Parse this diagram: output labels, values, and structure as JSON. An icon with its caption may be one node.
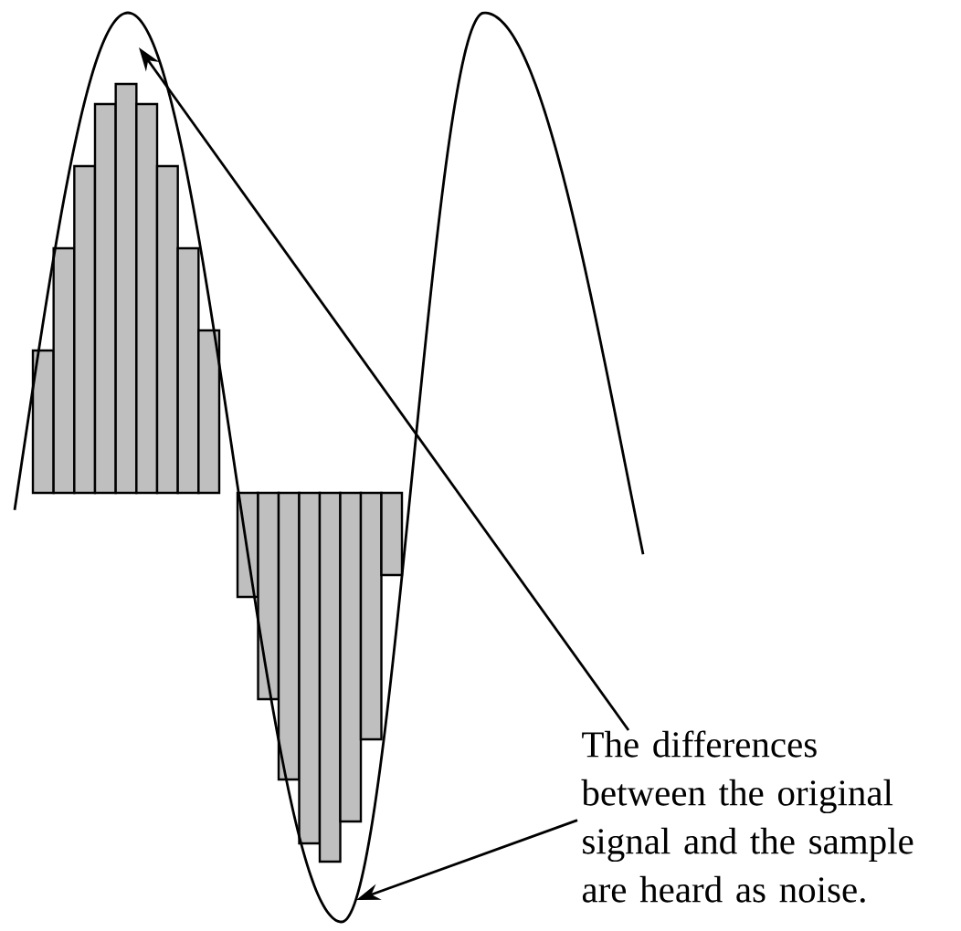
{
  "diagram": {
    "nodes": [
      {
        "text": [],
        "shape": "picture"
      },
      {
        "text": [
          "The differences between the original signal and the sample are heard as noise."
        ]
      }
    ],
    "edges": [
      {
        "from": 1,
        "to": 0,
        "arrow": "to"
      },
      {
        "from": 1,
        "to": 0,
        "arrow": "to"
      }
    ]
  }
}
